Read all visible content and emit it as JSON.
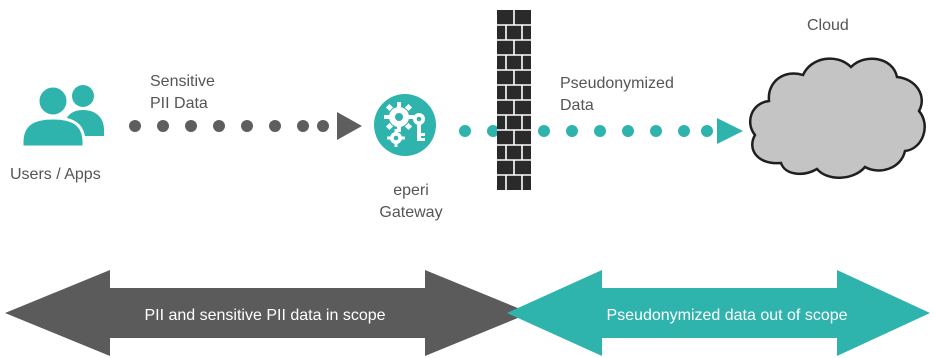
{
  "labels": {
    "users": "Users / Apps",
    "sensitive_line1": "Sensitive",
    "sensitive_line2": "PII Data",
    "gateway_line1": "eperi",
    "gateway_line2": "Gateway",
    "pseudo_line1": "Pseudonymized",
    "pseudo_line2": "Data",
    "cloud": "Cloud"
  },
  "scope_arrows": {
    "left_text": "PII and sensitive PII data in scope",
    "right_text": "Pseudonymized data out of scope"
  },
  "icons": {
    "users": "users-icon",
    "gateway": "gateway-gears-key-icon",
    "firewall": "brick-wall-icon",
    "cloud": "cloud-icon"
  },
  "colors": {
    "teal": "#2fb3ad",
    "gray_dots": "#5e5e5e",
    "gray_arrow": "#5b5b5b",
    "cloud_fill": "#c4c4c4",
    "wall": "#2a2a2a"
  }
}
